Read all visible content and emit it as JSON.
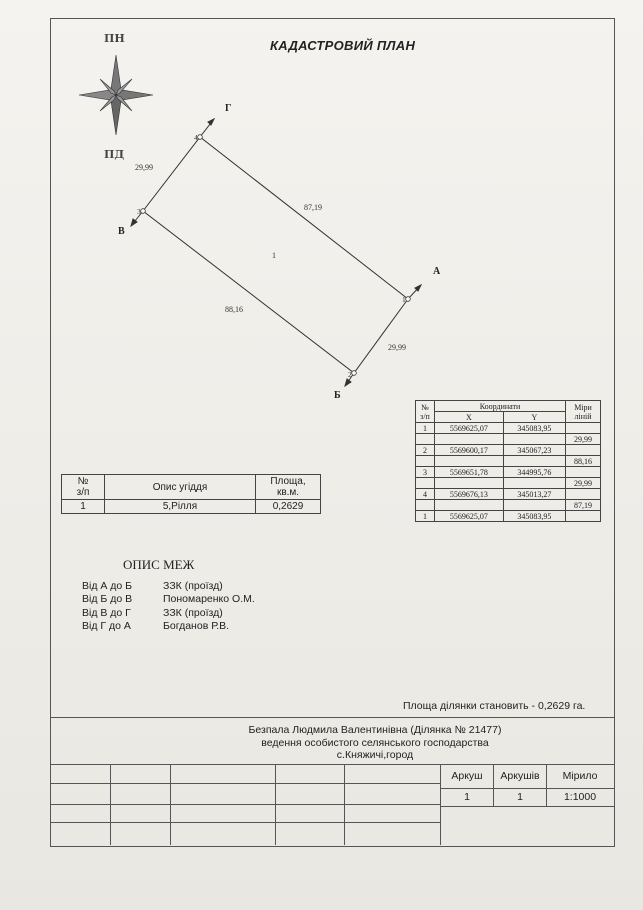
{
  "title": "КАДАСТРОВИЙ ПЛАН",
  "compass": {
    "top_label": "ПН",
    "bottom_label": "ПД"
  },
  "plan": {
    "points": [
      "1",
      "2",
      "3",
      "4"
    ],
    "corner_letters": {
      "A": "А",
      "B": "Б",
      "V": "В",
      "G": "Г"
    },
    "sides": [
      "87,19",
      "29,99",
      "88,16",
      "29,99"
    ],
    "parcel_number": "1"
  },
  "coordinates_table": {
    "headers": {
      "num": "№",
      "num2": "з/п",
      "coords": "Координати",
      "x": "X",
      "y": "Y",
      "lengths": "Міри",
      "lengths2": "ліній"
    },
    "rows": [
      {
        "n": "1",
        "x": "5569625,07",
        "y": "345083,95"
      },
      {
        "n": "2",
        "x": "5569600,17",
        "y": "345067,23"
      },
      {
        "n": "3",
        "x": "5569651,78",
        "y": "344995,76"
      },
      {
        "n": "4",
        "x": "5569676,13",
        "y": "345013,27"
      },
      {
        "n": "1",
        "x": "5569625,07",
        "y": "345083,95"
      }
    ],
    "lengths": [
      "29,99",
      "88,16",
      "29,99",
      "87,19"
    ]
  },
  "land_table": {
    "headers": {
      "num": "№",
      "num2": "з/п",
      "desc": "Опис угіддя",
      "area": "Площа,",
      "area2": "кв.м."
    },
    "row": {
      "num": "1",
      "desc": "5,Рілля",
      "area": "0,2629"
    }
  },
  "boundaries": {
    "title": "ОПИС МЕЖ",
    "items": [
      {
        "from": "Від А до Б",
        "to": "ЗЗК (проїзд)"
      },
      {
        "from": "Від Б до В",
        "to": "Пономаренко О.М."
      },
      {
        "from": "Від В до Г",
        "to": "ЗЗК (проїзд)"
      },
      {
        "from": "Від Г до А",
        "to": "Богданов Р.В."
      }
    ]
  },
  "area_statement": "Площа ділянки становить - 0,2629 га.",
  "title_block": {
    "owner_line1": "Безпала Людмила Валентинівна (Ділянка № 21477)",
    "owner_line2": "ведення особистого селянського господарства",
    "owner_line3": "с.Княжичі,город",
    "sheet_label": "Аркуш",
    "sheets_label": "Аркушів",
    "scale_label": "Мірило",
    "sheet_value": "1",
    "sheets_value": "1",
    "scale_value": "1:1000"
  }
}
